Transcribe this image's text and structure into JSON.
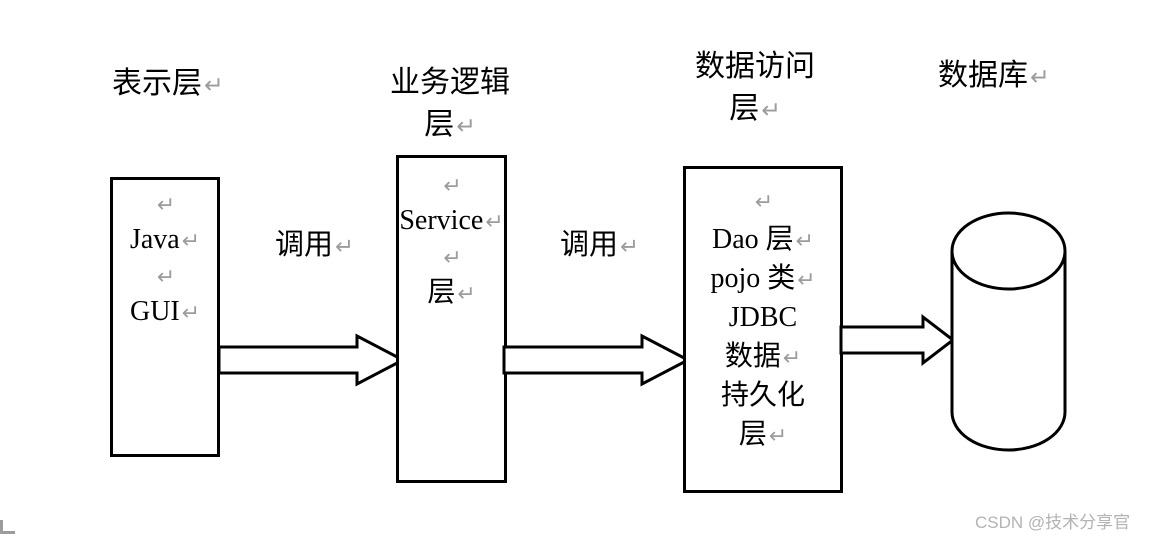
{
  "marks": {
    "ret": "↵"
  },
  "colors": {
    "line": "#000000",
    "ret": "#9c9c9c",
    "watermark": "#b3b3b3"
  },
  "titles": {
    "presentation": "表示层",
    "business_line1": "业务逻辑",
    "business_line2": "层",
    "data_access_line1": "数据访问",
    "data_access_line2": "层",
    "database": "数据库"
  },
  "labels": {
    "call1": "调用",
    "call2": "调用"
  },
  "boxes": {
    "java_gui": {
      "lines": [
        "",
        "Java",
        "",
        "GUI"
      ]
    },
    "service": {
      "lines": [
        "",
        "Service",
        "",
        "层"
      ]
    },
    "dao": {
      "lines": [
        "",
        "Dao 层",
        "pojo 类",
        "JDBC",
        "数据",
        "持久化",
        "层"
      ]
    }
  },
  "watermark": "CSDN @技术分享官"
}
